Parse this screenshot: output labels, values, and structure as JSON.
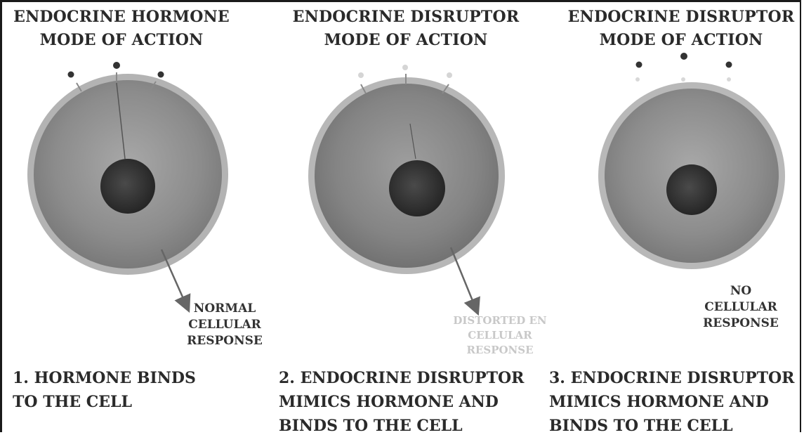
{
  "panels": [
    {
      "title_line1": "ENDOCRINE HORMONE",
      "title_line2": "MODE OF ACTION",
      "response_lines": [
        "NORMAL",
        "CELLULAR",
        "RESPONSE"
      ],
      "caption_line1": "1. HORMONE BINDS",
      "caption_line2": "TO THE CELL",
      "caption_line3": ""
    },
    {
      "title_line1": "ENDOCRINE DISRUPTOR",
      "title_line2": "MODE OF ACTION",
      "response_lines": [
        "DISTORTED EN",
        "CELLULAR",
        "RESPONSE"
      ],
      "caption_line1": "2. ENDOCRINE DISRUPTOR",
      "caption_line2": "MIMICS HORMONE AND",
      "caption_line3": "BINDS TO THE CELL"
    },
    {
      "title_line1": "ENDOCRINE DISRUPTOR",
      "title_line2": "MODE OF ACTION",
      "response_lines": [
        "NO",
        "CELLULAR",
        "RESPONSE"
      ],
      "caption_line1": "3. ENDOCRINE DISRUPTOR",
      "caption_line2": "MIMICS HORMONE AND",
      "caption_line3": "BINDS TO THE CELL"
    }
  ],
  "colors": {
    "membrane": "#b5b5b5",
    "cytoplasm": "#8a8a8a",
    "nucleus": "#333333",
    "hormone": "#333333",
    "disruptor": "#d8d8d8",
    "arrow": "#666666"
  }
}
